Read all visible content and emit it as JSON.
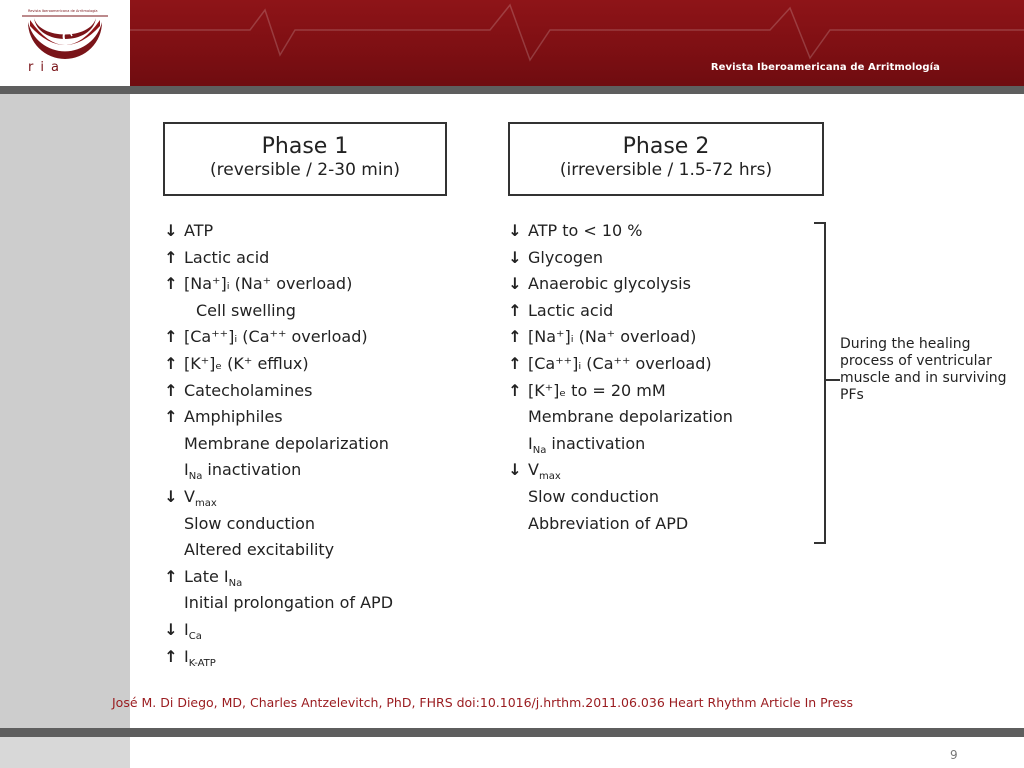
{
  "header": {
    "journal_title": "Revista Iberoamericana de Arritmología",
    "logo_text": "ria",
    "logo_caption": "Revista Iberoamericana de Arritmología"
  },
  "phase1": {
    "title": "Phase 1",
    "subtitle": "(reversible / 2-30 min)",
    "items": [
      {
        "arrow": "↓",
        "text": "ATP"
      },
      {
        "arrow": "↑",
        "text": "Lactic acid"
      },
      {
        "arrow": "↑",
        "text": "[Na⁺]ᵢ (Na⁺ overload)"
      },
      {
        "arrow": "",
        "text": "Cell swelling",
        "indent": true
      },
      {
        "arrow": "↑",
        "text": "[Ca⁺⁺]ᵢ (Ca⁺⁺ overload)"
      },
      {
        "arrow": "↑",
        "text": "[K⁺]ₑ (K⁺ efflux)"
      },
      {
        "arrow": "↑",
        "text": "Catecholamines"
      },
      {
        "arrow": "↑",
        "text": "Amphiphiles"
      },
      {
        "arrow": "",
        "text": "Membrane depolarization"
      },
      {
        "arrow": "",
        "text": "I_Na inactivation"
      },
      {
        "arrow": "↓",
        "text": "V_max"
      },
      {
        "arrow": "",
        "text": "Slow conduction"
      },
      {
        "arrow": "",
        "text": "Altered excitability"
      },
      {
        "arrow": "↑",
        "text": "Late I_Na"
      },
      {
        "arrow": "",
        "text": "Initial prolongation of APD"
      },
      {
        "arrow": "↓",
        "text": "I_Ca"
      },
      {
        "arrow": "↑",
        "text": "I_K-ATP"
      }
    ]
  },
  "phase2": {
    "title": "Phase 2",
    "subtitle": "(irreversible / 1.5-72 hrs)",
    "items": [
      {
        "arrow": "↓",
        "text": "ATP to < 10 %"
      },
      {
        "arrow": "↓",
        "text": "Glycogen"
      },
      {
        "arrow": "↓",
        "text": "Anaerobic glycolysis"
      },
      {
        "arrow": "↑",
        "text": "Lactic acid"
      },
      {
        "arrow": "↑",
        "text": "[Na⁺]ᵢ (Na⁺ overload)"
      },
      {
        "arrow": "↑",
        "text": "[Ca⁺⁺]ᵢ (Ca⁺⁺ overload)"
      },
      {
        "arrow": "↑",
        "text": "[K⁺]ₑ to = 20 mM"
      },
      {
        "arrow": "",
        "text": "Membrane depolarization"
      },
      {
        "arrow": "",
        "text": "I_Na inactivation"
      },
      {
        "arrow": "↓",
        "text": "V_max"
      },
      {
        "arrow": "",
        "text": "Slow conduction"
      },
      {
        "arrow": "",
        "text": "Abbreviation of APD"
      }
    ],
    "note": "During the healing process of ventricular muscle and in surviving PFs"
  },
  "footer": {
    "citation": "José M. Di Diego, MD, Charles Antzelevitch, PhD, FHRS doi:10.1016/j.hrthm.2011.06.036 Heart Rhythm Article In Press",
    "slide_number": "9"
  },
  "colors": {
    "header_red": "#7d0f13",
    "citation_red": "#9a1b1f",
    "stripe_gray": "#5e5e5e",
    "panel_gray": "#cdcdcd"
  }
}
